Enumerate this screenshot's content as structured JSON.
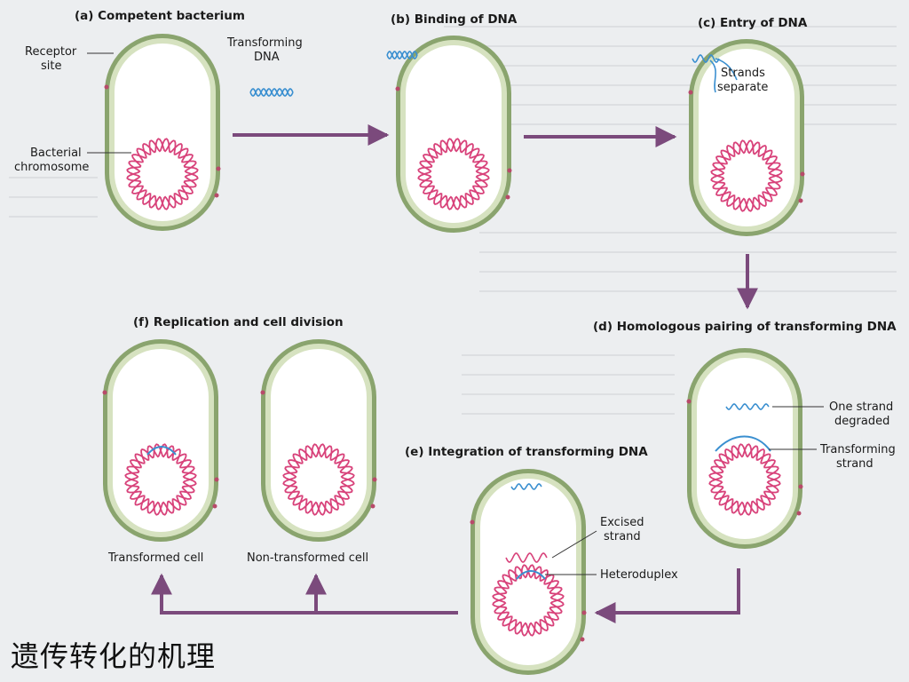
{
  "panels": {
    "a": {
      "title": "(a) Competent bacterium"
    },
    "b": {
      "title": "(b) Binding of DNA"
    },
    "c": {
      "title": "(c) Entry of DNA"
    },
    "d": {
      "title": "(d) Homologous pairing of transforming DNA"
    },
    "e": {
      "title": "(e) Integration of transforming DNA"
    },
    "f": {
      "title": "(f) Replication and cell division"
    }
  },
  "labels": {
    "receptor_site": [
      "Receptor",
      "site"
    ],
    "transforming_dna": [
      "Transforming",
      "DNA"
    ],
    "bacterial_chromosome": [
      "Bacterial",
      "chromosome"
    ],
    "strands_separate": [
      "Strands",
      "separate"
    ],
    "one_strand_degraded": [
      "One strand",
      "degraded"
    ],
    "transforming_strand": [
      "Transforming",
      "strand"
    ],
    "excised_strand": [
      "Excised",
      "strand"
    ],
    "heteroduplex": "Heteroduplex",
    "transformed_cell": "Transformed cell",
    "non_transformed_cell": "Non-transformed cell"
  },
  "caption": "遗传转化的机理",
  "colors": {
    "wall_outer": "#8aa46e",
    "wall_inner": "#d6e2c0",
    "cytoplasm": "#ffffff",
    "chromosome": "#d8427a",
    "dna_blue": "#3a8fd0",
    "arrow": "#7b4a7c",
    "receptor": "#b84a6a"
  }
}
